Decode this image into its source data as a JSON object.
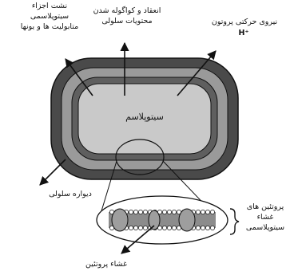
{
  "labels": {
    "leakage": "نشت اجزاء\nسیتوپلاسمی\nمتابولیت ها و یونها",
    "coagulation": "انعقاد و کواگوله شدن\nمحتویات سلولی",
    "proton_force": "نیروی حرکتی پروتون",
    "proton_symbol": "H⁺",
    "cytoplasm": "سیتوپلاسم",
    "cell_wall": "دیواره سلولی",
    "membrane_proteins": "پروتئین های\nغشاء\nسیتوپلاسمی",
    "membrane_protein": "غشاء پروتئین"
  },
  "colors": {
    "wall": "#4a4a4a",
    "middle_layer": "#9a9a9a",
    "inner_ring": "#5f5f5f",
    "cytoplasm": "#c9c9c9",
    "zoom_band": "#8c8c8c",
    "ink": "#111111"
  }
}
